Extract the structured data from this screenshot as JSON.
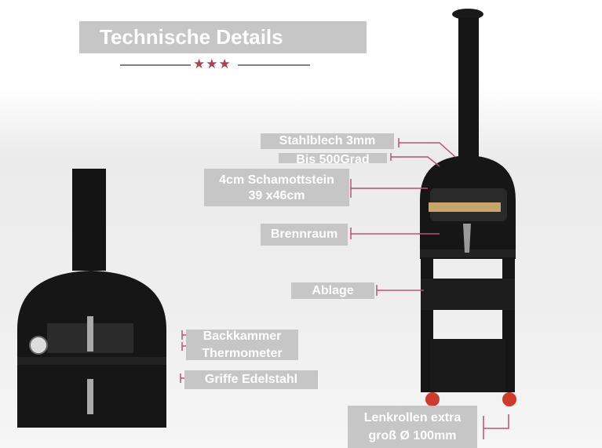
{
  "title": "Technische Details",
  "stars": "★★★",
  "labels": {
    "sheet_steel": "Stahlblech 3mm",
    "temperature": "Bis 500Grad",
    "stone_line1": "4cm Schamottstein",
    "stone_line2": "39 x46cm",
    "firebox": "Brennraum",
    "shelf": "Ablage",
    "baking_chamber": "Backkammer",
    "thermometer": "Thermometer",
    "handles": "Griffe Edelstahl",
    "casters_line1": "Lenkrollen extra",
    "casters_line2": "groß Ø 100mm"
  },
  "colors": {
    "label_bg": "#c6c6c6",
    "accent": "#b0424f",
    "leader": "#c0506e"
  }
}
